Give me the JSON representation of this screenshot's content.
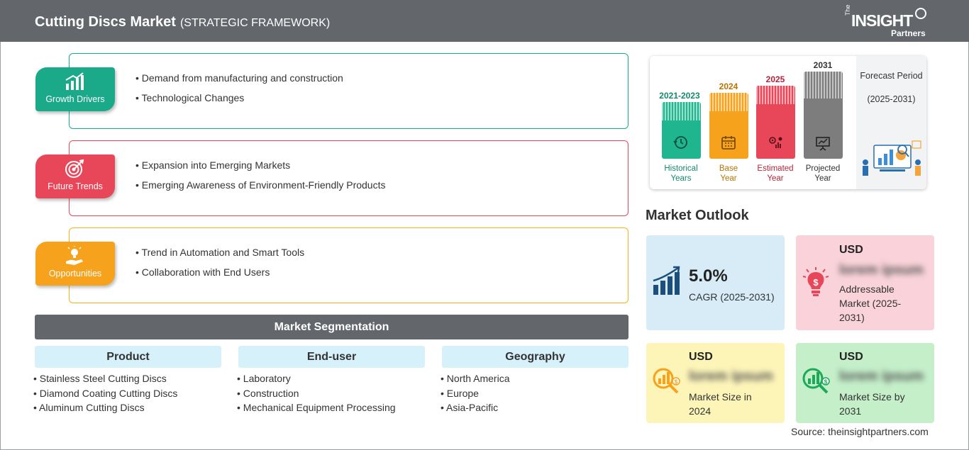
{
  "header": {
    "title": "Cutting Discs Market",
    "subtitle": "(STRATEGIC FRAMEWORK)",
    "logo_the": "The",
    "logo_insight": "INSIGHT",
    "logo_partners": "Partners"
  },
  "framework": [
    {
      "label": "Growth Drivers",
      "icon": "bar-chart-icon",
      "color": "#1aaa8a",
      "items": [
        "Demand from manufacturing and construction",
        "Technological Changes"
      ]
    },
    {
      "label": "Future Trends",
      "icon": "target-icon",
      "color": "#e8475a",
      "items": [
        "Expansion into Emerging Markets",
        "Emerging Awareness of Environment-Friendly Products"
      ]
    },
    {
      "label": "Opportunities",
      "icon": "lightbulb-hand-icon",
      "color": "#f6a21c",
      "items": [
        "Trend in Automation and Smart Tools",
        "Collaboration with End Users"
      ]
    }
  ],
  "segmentation": {
    "title": "Market Segmentation",
    "columns": [
      {
        "heading": "Product",
        "items": [
          "Stainless Steel Cutting Discs",
          "Diamond Coating Cutting Discs",
          "Aluminum Cutting Discs"
        ]
      },
      {
        "heading": "End-user",
        "items": [
          "Laboratory",
          "Construction",
          "Mechanical Equipment Processing"
        ]
      },
      {
        "heading": "Geography",
        "items": [
          "North America",
          "Europe",
          "Asia-Pacific"
        ]
      }
    ]
  },
  "timeline": {
    "bars": [
      {
        "year": "2021-2023",
        "label_line1": "Historical",
        "label_line2": "Years",
        "color": "#1fb58f",
        "text_color": "#138a6d",
        "icon": "history-icon"
      },
      {
        "year": "2024",
        "label_line1": "Base",
        "label_line2": "Year",
        "color": "#f6a21c",
        "text_color": "#b87400",
        "icon": "calendar-icon"
      },
      {
        "year": "2025",
        "label_line1": "Estimated",
        "label_line2": "Year",
        "color": "#e8475a",
        "text_color": "#b3243a",
        "icon": "gears-chart-icon"
      },
      {
        "year": "2031",
        "label_line1": "Projected",
        "label_line2": "Year",
        "color": "#7d7d7d",
        "text_color": "#333333",
        "icon": "presentation-icon"
      }
    ],
    "forecast_title": "Forecast Period",
    "forecast_range": "(2025-2031)"
  },
  "outlook": {
    "title": "Market Outlook",
    "cagr": {
      "value": "5.0%",
      "label": "CAGR (2025-2031)",
      "color": "#d7ecf7"
    },
    "addressable": {
      "usd": "USD",
      "value": "lorem ipsum",
      "label": "Addressable Market (2025-2031)",
      "color": "#f9d3d9"
    },
    "size_2024": {
      "usd": "USD",
      "value": "lorem ipsum",
      "label": "Market Size in 2024",
      "color": "#fdf5b8"
    },
    "size_2031": {
      "usd": "USD",
      "value": "lorem ipsum",
      "label": "Market Size by 2031",
      "color": "#c4efc9"
    }
  },
  "source": "Source: theinsightpartners.com"
}
